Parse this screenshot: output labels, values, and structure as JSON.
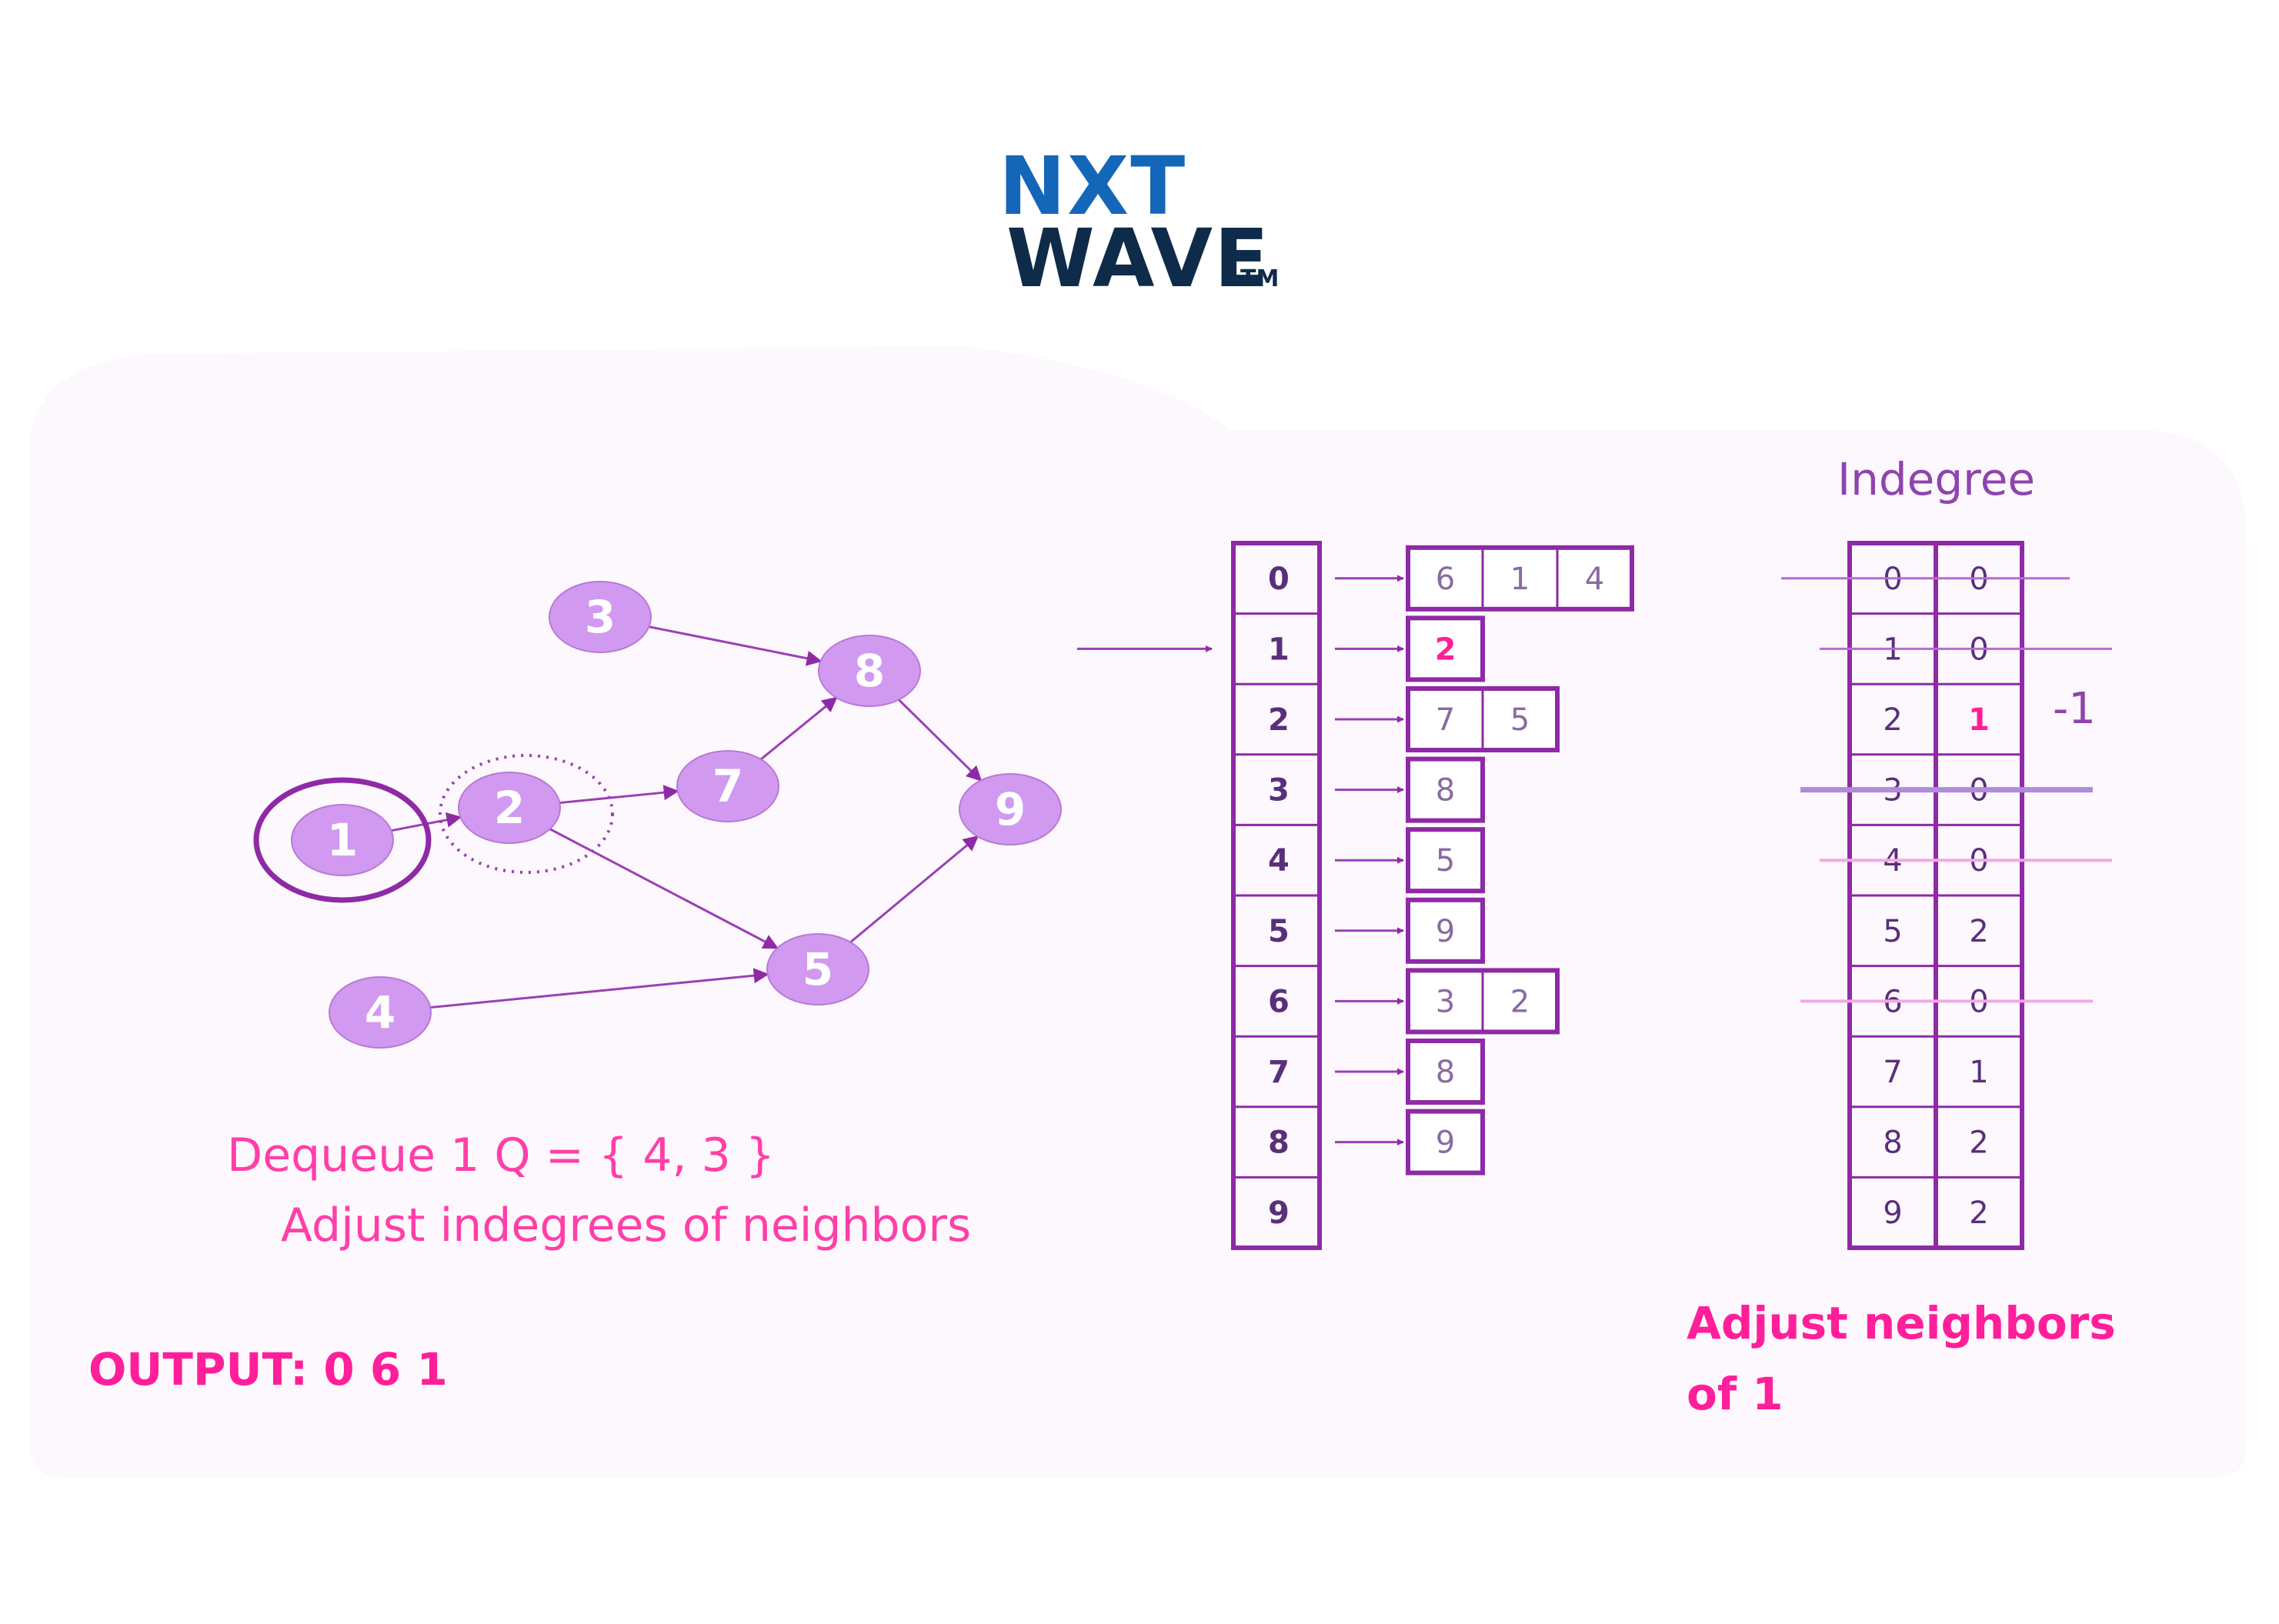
{
  "logo": {
    "line1": "NXT",
    "line2": "WAVE",
    "tm": "TM"
  },
  "colors": {
    "node_fill": "#d19af0",
    "node_text": "#ffffff",
    "edge": "#9b3fb5",
    "box": "#8e2aa6",
    "table_text": "#5a2f7a",
    "magenta": "#ff1f9a",
    "pink_text": "#ff3fa8",
    "strike": "#b86ad2",
    "strike_light": "#f6a6e8",
    "logo_blue": "#1466b8",
    "logo_navy": "#0e2b4a",
    "panel": "#fdf8fd"
  },
  "graph": {
    "nodes": [
      {
        "id": "1",
        "label": "1"
      },
      {
        "id": "2",
        "label": "2"
      },
      {
        "id": "3",
        "label": "3"
      },
      {
        "id": "4",
        "label": "4"
      },
      {
        "id": "5",
        "label": "5"
      },
      {
        "id": "7",
        "label": "7"
      },
      {
        "id": "8",
        "label": "8"
      },
      {
        "id": "9",
        "label": "9"
      }
    ],
    "edges": [
      [
        "1",
        "2"
      ],
      [
        "2",
        "7"
      ],
      [
        "2",
        "5"
      ],
      [
        "3",
        "8"
      ],
      [
        "7",
        "8"
      ],
      [
        "8",
        "9"
      ],
      [
        "4",
        "5"
      ],
      [
        "5",
        "9"
      ]
    ],
    "current_node": "1",
    "neighbor_node": "2"
  },
  "caption": {
    "dequeue": "Dequeue 1  Q = { 4, 3 }",
    "adjust": "Adjust indegrees of neighbors",
    "output": "OUTPUT:  0 6 1"
  },
  "adjacency": {
    "indices": [
      "0",
      "1",
      "2",
      "3",
      "4",
      "5",
      "6",
      "7",
      "8",
      "9"
    ],
    "lists": [
      [
        "6",
        "1",
        "4"
      ],
      [
        "2"
      ],
      [
        "7",
        "5"
      ],
      [
        "8"
      ],
      [
        "5"
      ],
      [
        "9"
      ],
      [
        "3",
        "2"
      ],
      [
        "8"
      ],
      [
        "9"
      ],
      []
    ],
    "highlight_row": 1
  },
  "indegree": {
    "title": "Indegree",
    "indices": [
      "0",
      "1",
      "2",
      "3",
      "4",
      "5",
      "6",
      "7",
      "8",
      "9"
    ],
    "values": [
      "0",
      "0",
      "1",
      "0",
      "0",
      "2",
      "0",
      "1",
      "2",
      "2"
    ],
    "struck_rows": [
      0,
      1,
      3,
      4,
      6
    ],
    "highlighted_row": 2,
    "change_label": "-1",
    "adjust_label_1": "Adjust neighbors",
    "adjust_label_2": "of 1"
  }
}
